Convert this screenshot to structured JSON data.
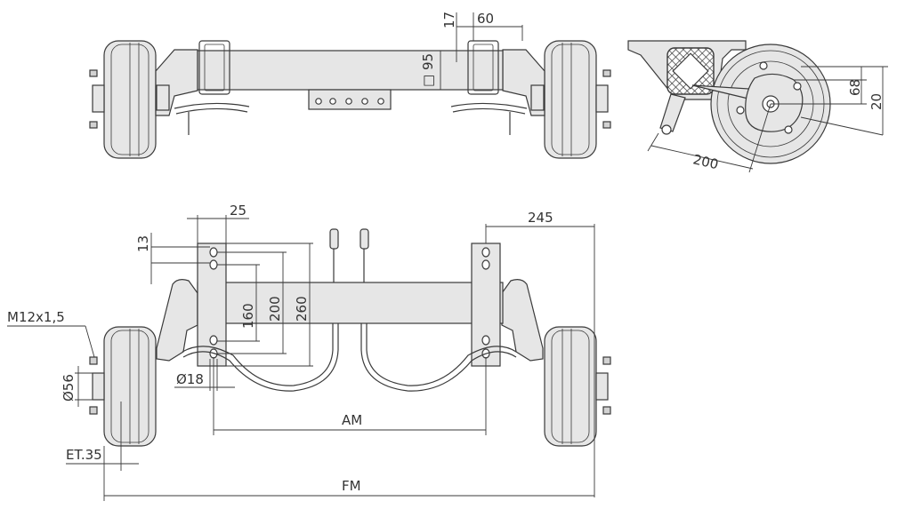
{
  "drawing": {
    "colors": {
      "line": "#3a3a3a",
      "fill": "#e6e6e6",
      "fill_dark": "#d2d2d2",
      "text": "#333333"
    },
    "top_view": {
      "dim_17": "17",
      "dim_60": "60",
      "dim_square_95": "□ 95"
    },
    "side_view": {
      "dim_68": "68",
      "dim_20": "20",
      "dim_200": "200"
    },
    "front_view": {
      "dim_25": "25",
      "dim_245": "245",
      "dim_13": "13",
      "dim_160": "160",
      "dim_200": "200",
      "dim_260": "260",
      "thread": "M12x1,5",
      "dia_56": "Ø56",
      "dia_18": "Ø18",
      "am": "AM",
      "et": "ET.35",
      "fm": "FM"
    }
  }
}
